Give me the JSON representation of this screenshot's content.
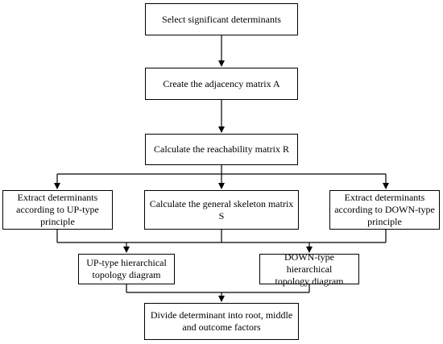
{
  "steps": {
    "select": "Select significant determinants",
    "adjacency": "Create the adjacency matrix A",
    "reachability": "Calculate the reachability matrix R",
    "extract_up": "Extract determinants\naccording to UP-type\nprinciple",
    "skeleton": "Calculate the general skeleton matrix S",
    "extract_down": "Extract determinants\naccording to DOWN-type\nprinciple",
    "up_diagram": "UP-type hierarchical\ntopology diagram",
    "down_diagram": "DOWN-type hierarchical\ntopology diagram",
    "divide": "Divide determinant into root, middle\nand outcome factors"
  }
}
